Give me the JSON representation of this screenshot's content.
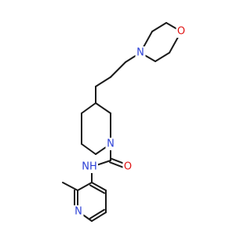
{
  "colors": {
    "bond": "#1a1a1a",
    "nitrogen": "#2b3fd6",
    "oxygen": "#e01414",
    "background": "#ffffff"
  },
  "atoms": [
    {
      "id": "morpholine-o",
      "text": "O",
      "element": "oxygen"
    },
    {
      "id": "morpholine-n",
      "text": "N",
      "element": "nitrogen"
    },
    {
      "id": "piperidine-n",
      "text": "N",
      "element": "nitrogen"
    },
    {
      "id": "carbonyl-o",
      "text": "O",
      "element": "oxygen"
    },
    {
      "id": "amide-nh",
      "text": "NH",
      "element": "nitrogen"
    },
    {
      "id": "pyridine-n",
      "text": "N",
      "element": "nitrogen"
    }
  ]
}
